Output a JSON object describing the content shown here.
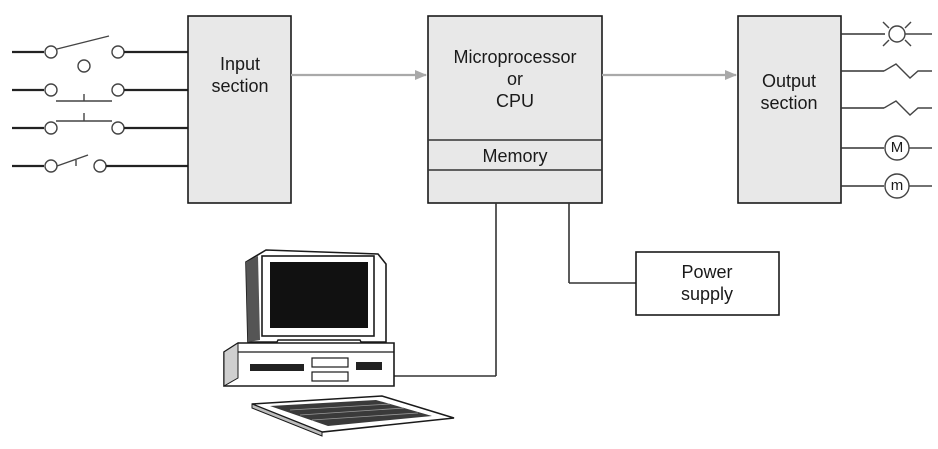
{
  "blocks": {
    "input": {
      "line1": "Input",
      "line2": "section"
    },
    "cpu": {
      "line1": "Microprocessor",
      "line2": "or",
      "line3": "CPU"
    },
    "memory": {
      "label": "Memory"
    },
    "output": {
      "line1": "Output",
      "line2": "section"
    },
    "power": {
      "line1": "Power",
      "line2": "supply"
    }
  },
  "output_devices": [
    {
      "icon": "lamp-icon"
    },
    {
      "icon": "heater-icon"
    },
    {
      "icon": "heater-icon"
    },
    {
      "icon": "motor-icon",
      "label": "M"
    },
    {
      "icon": "motor-icon",
      "label": "m"
    }
  ],
  "input_devices": [
    {
      "icon": "switch-no-icon"
    },
    {
      "icon": "pushbutton-no-icon"
    },
    {
      "icon": "pushbutton-nc-icon"
    },
    {
      "icon": "switch-nc-icon"
    }
  ],
  "programming_device": {
    "icon": "computer-icon"
  },
  "colors": {
    "block_fill": "#e8e8e8",
    "stroke": "#1a1a1a",
    "flow_arrow": "#a9a9a9"
  }
}
